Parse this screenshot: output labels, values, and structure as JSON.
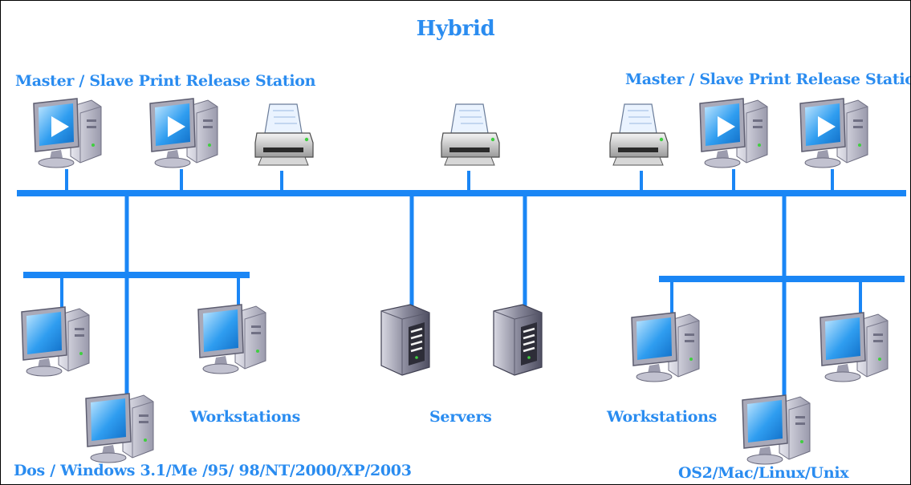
{
  "title": "Hybrid",
  "labels": {
    "print_release_left": "Master / Slave Print Release Station",
    "print_release_right": "Master / Slave Print Release Station",
    "workstations_left": "Workstations",
    "servers": "Servers",
    "workstations_right": "Workstations",
    "os_left": "Dos / Windows 3.1/Me /95/ 98/NT/2000/XP/2003",
    "os_right": "OS2/Mac/Linux/Unix"
  },
  "colors": {
    "wire": "#1a86f5",
    "label": "#2a8cf0",
    "screen": "#2f9df0",
    "case": "#c9c9d6"
  },
  "icons": {
    "release_station": "monitor-play-icon",
    "printer": "printer-icon",
    "workstation": "workstation-icon",
    "server": "server-icon"
  }
}
